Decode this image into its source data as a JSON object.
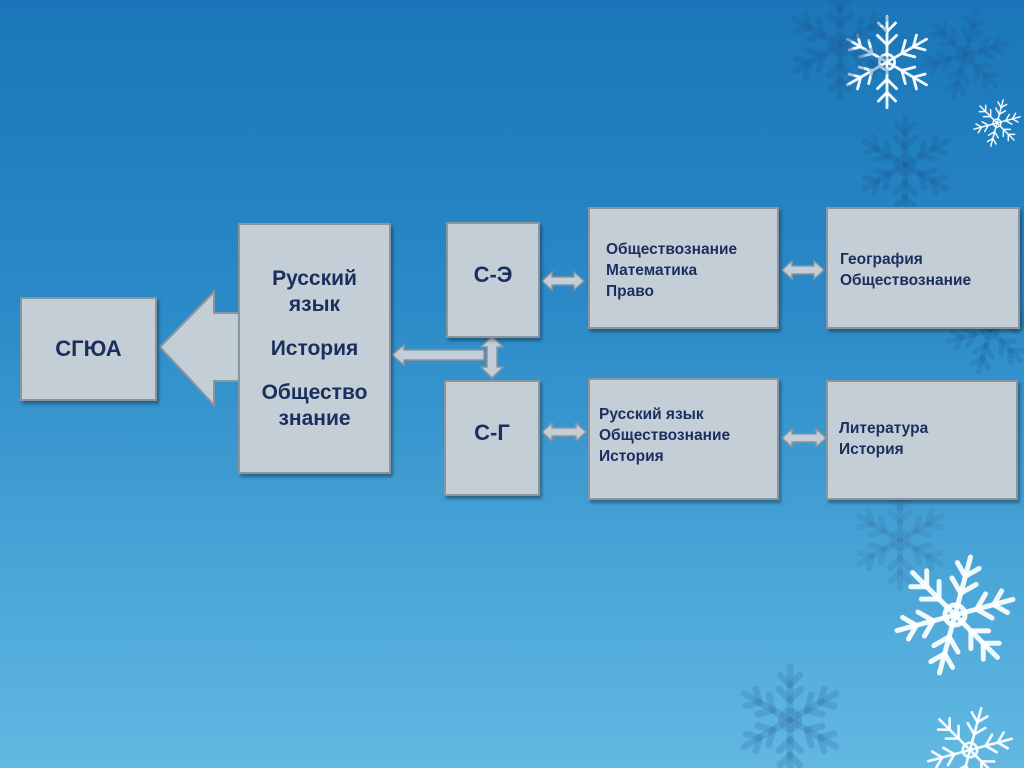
{
  "colors": {
    "background_top": "#1a76b8",
    "background_bottom": "#62b8e2",
    "box_fill": "#c3ced6",
    "box_border": "#8a969f",
    "text": "#1b2f5e",
    "connector_fill": "#c3ced6"
  },
  "decor": {
    "icon": "snowflake-icon"
  },
  "nodes": {
    "sgua": "СГЮА",
    "exams": {
      "line1": "Русский",
      "line2": "язык",
      "line3": "История",
      "line4": "Общество",
      "line5": "знание"
    },
    "se": "С-Э",
    "sg": "С-Г",
    "se_subjects": [
      "Обществознание",
      "Математика",
      "Право"
    ],
    "se_extra": [
      "География",
      "Обществознание"
    ],
    "sg_subjects": [
      "Русский язык",
      "Обществознание",
      "История"
    ],
    "sg_extra": [
      "Литература",
      "История"
    ]
  }
}
